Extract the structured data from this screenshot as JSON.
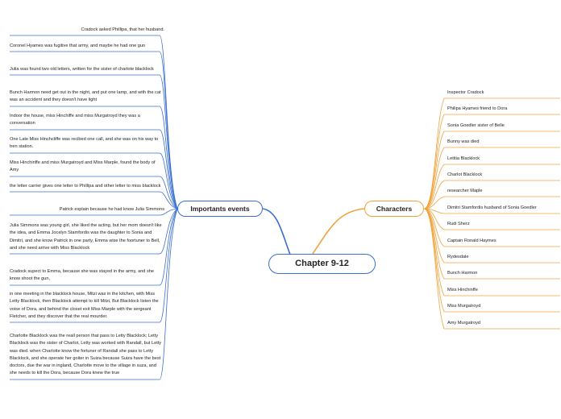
{
  "central": "Chapter 9-12",
  "events_topic": "Importants events",
  "characters_topic": "Characters",
  "events": [
    "Cradock asked Phillipa, that her husband.",
    "Coronel Hyames was fugitive that army, and maybe he had one gun",
    "Julia was found two old letters, written for the sister of charlote blacklock",
    "Bunch Harmon need get out in the night, and put one lamp, and with the cat was an accident and they doesn't have light",
    "Indoor the house, miss Hinchiffe and miss Murgatroyd they was a conversation",
    "One Late Miss Hinchcliffe was recibed one call, and she was on his way to tren station.",
    "Miss Hinchinffe and miss Murgatroyd and Miss Marple, found the body of Amy",
    "the letter carrier gives one letter to Phillipa and other letter to miss blacklock",
    "Patrick explain because he had know Julia Simmons",
    "Julia Simmons was young girl, she liked the acting, but her mom doesn't like the idea, and Emma Jocelyn Stamfordis was the daughter to Sonia and Dimitri, and she know Patrick in one party, Emma wise the foortuner to Bell, and she need arrive with Miss Blacklock",
    "Cradock supect to Emma, because she was stayed in the army, and she know shoot the gun,",
    "in one meeting in the blacklock house, Mitzi was in the kitchen, with Miss Letty Blacklock, then Blacklock attempt to kill Mitzi, But Blacklock listen the voise of Dora, and behind the closet exit Miss Marple with the sergeant Fletcher, and they discover that the real mourder.",
    "Charlotte Blacklock was the reall person that pass to Letty Blacklock; Letty Blacklock was the sister of Charlot, Letty was worked with Randall, but Letty was died. when Charlotte know the fortuner of Randall she pass to Letty Blacklock, and she operate her goiter in Suiza because Suiza have the best doctors, due the war in ingland, Charlotte move to the village in suza, and she needs to kill the Dora, because Dora knew the true"
  ],
  "characters": [
    "Inspector Cradock",
    "Philipa Hyames friend to Dora",
    "Sonia Goedler sister of Belle",
    "Bunny was died",
    "Letitia Blacklock",
    "Charlot Blacklock",
    "researcher  Maple",
    "Dimitri Stamfordis husband of Sonia Goedler",
    "Rudi Sherz",
    "Captain Ronald Haymes",
    "Rydesdale",
    "Bunch Harmon",
    "Miss Hinchinffe",
    "Miss Murgatroyd",
    "Amy Murgatroyd"
  ],
  "colors": {
    "events_branch": "#3a6fcf",
    "characters_branch": "#f0a33c"
  }
}
